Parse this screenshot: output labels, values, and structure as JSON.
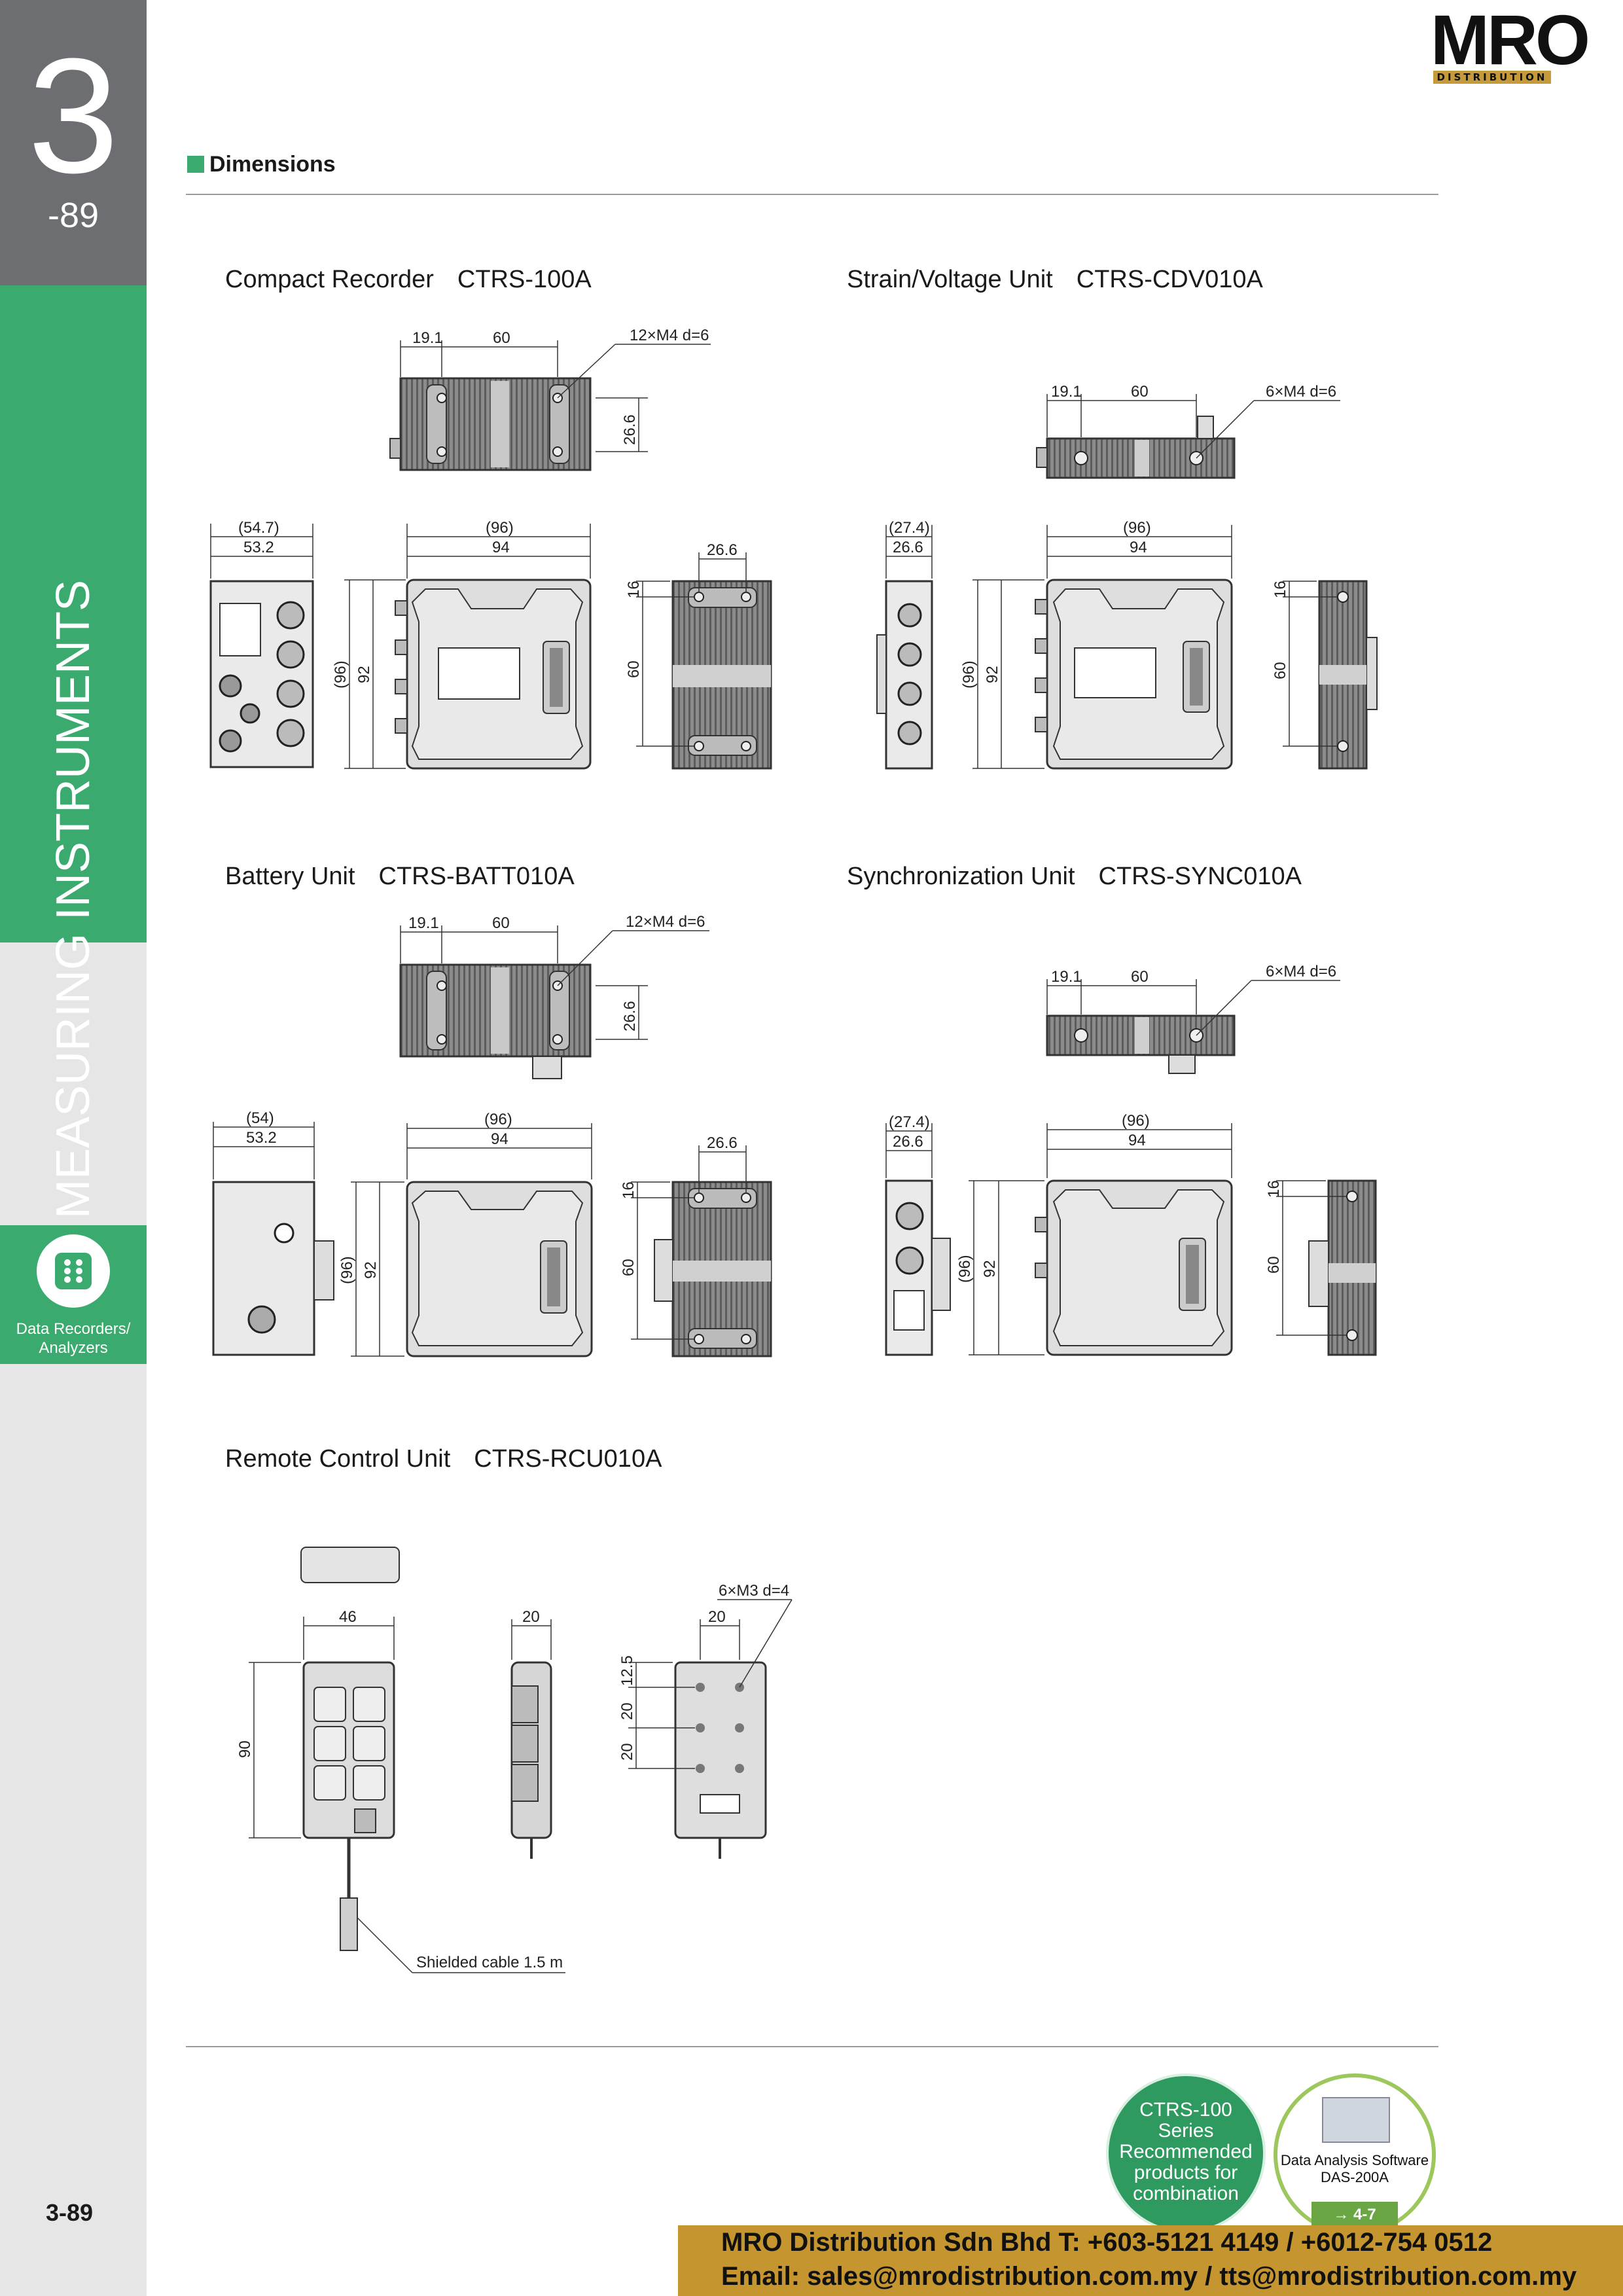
{
  "sidebar": {
    "chapter_number": "3",
    "chapter_page": "-89",
    "category_label": "MEASURING INSTRUMENTS",
    "subcategory_label_line1": "Data Recorders/",
    "subcategory_label_line2": "Analyzers",
    "icon": "grid-dots-icon",
    "accent_color": "#3aaa6e",
    "gray_color": "#6d6e71"
  },
  "logo": {
    "word": "MRO",
    "tagline": "DISTRIBUTION"
  },
  "section": {
    "title": "Dimensions"
  },
  "products": {
    "compact": {
      "name": "Compact Recorder",
      "model": "CTRS-100A",
      "dims": {
        "a": "19.1",
        "b": "60",
        "hole": "12×M4 d=6",
        "h": "26.6",
        "ow": "(54.7)",
        "w": "53.2",
        "bw": "(96)",
        "bw2": "94",
        "sh": "(96)",
        "sh2": "92",
        "sw": "26.6",
        "s1": "16",
        "s2": "60"
      }
    },
    "strain": {
      "name": "Strain/Voltage Unit",
      "model": "CTRS-CDV010A",
      "dims": {
        "a": "19.1",
        "b": "60",
        "hole": "6×M4 d=6",
        "ow": "(27.4)",
        "w": "26.6",
        "bw": "(96)",
        "bw2": "94",
        "sh": "(96)",
        "sh2": "92",
        "s1": "16",
        "s2": "60"
      }
    },
    "battery": {
      "name": "Battery Unit",
      "model": "CTRS-BATT010A",
      "dims": {
        "a": "19.1",
        "b": "60",
        "hole": "12×M4 d=6",
        "h": "26.6",
        "ow": "(54)",
        "w": "53.2",
        "bw": "(96)",
        "bw2": "94",
        "sh": "(96)",
        "sh2": "92",
        "sw": "26.6",
        "s1": "16",
        "s2": "60"
      }
    },
    "sync": {
      "name": "Synchronization Unit",
      "model": "CTRS-SYNC010A",
      "dims": {
        "a": "19.1",
        "b": "60",
        "hole": "6×M4 d=6",
        "ow": "(27.4)",
        "w": "26.6",
        "bw": "(96)",
        "bw2": "94",
        "sh": "(96)",
        "sh2": "92",
        "s1": "16",
        "s2": "60"
      }
    },
    "remote": {
      "name": "Remote Control Unit",
      "model": "CTRS-RCU010A",
      "dims": {
        "w": "46",
        "h": "90",
        "d": "20",
        "bw": "20",
        "hole": "6×M3 d=4",
        "v1": "12.5",
        "v2": "20",
        "v3": "20",
        "cable": "Shielded cable 1.5 m"
      }
    }
  },
  "badges": {
    "series_line1": "CTRS-100",
    "series_line2": "Series",
    "series_line3": "Recommended",
    "series_line4": "products for",
    "series_line5": "combination",
    "software_line1": "Data Analysis Software",
    "software_line2": "DAS-200A",
    "software_ref": "→ 4-7"
  },
  "footer": {
    "line1": "MRO Distribution Sdn Bhd   T: +603-5121 4149 / +6012-754 0512",
    "line2": "Email: sales@mrodistribution.com.my / tts@mrodistribution.com.my"
  },
  "page_number": "3-89"
}
